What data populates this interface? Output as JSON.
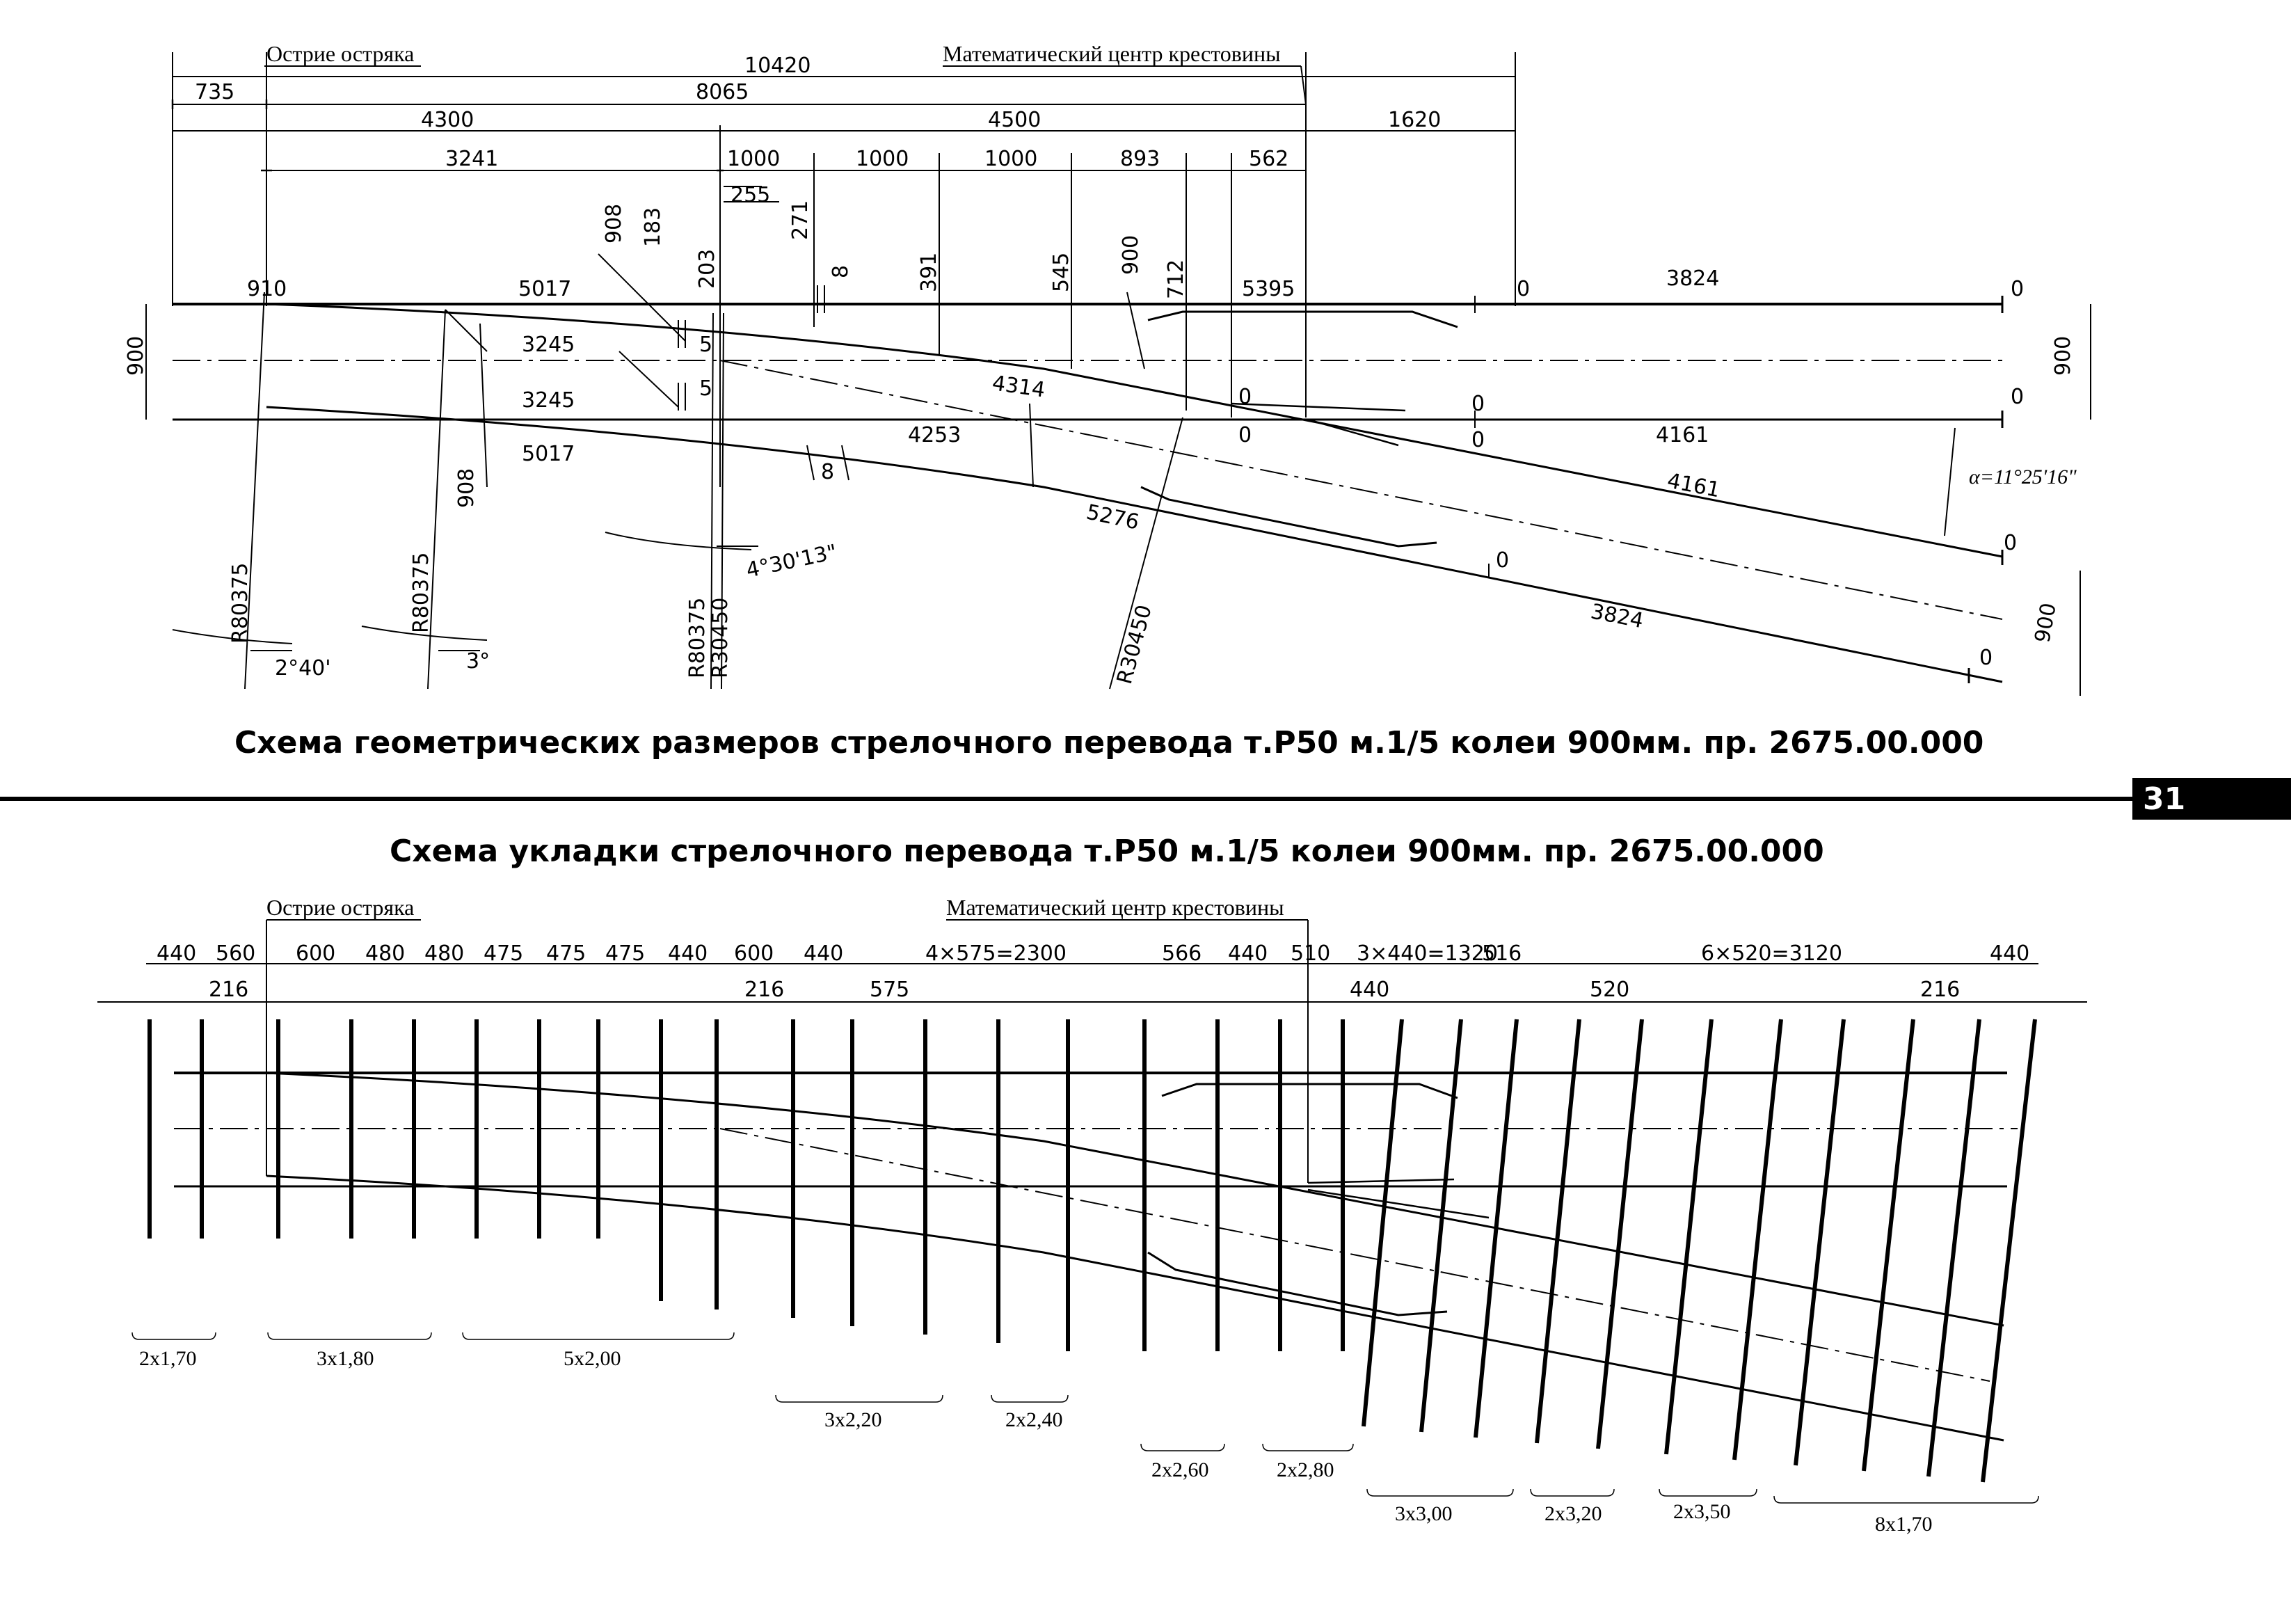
{
  "page_number": "31",
  "top": {
    "title": "Схема геометрических размеров стрелочного перевода т.Р50 м.1/5 колеи 900мм. пр. 2675.00.000",
    "label_point": "Острие остряка",
    "label_center": "Математический центр крестовины",
    "dims": {
      "total": "10420",
      "d735": "735",
      "d8065": "8065",
      "d4300": "4300",
      "d4500": "4500",
      "d1620": "1620",
      "d3241": "3241",
      "d1000a": "1000",
      "d1000b": "1000",
      "d1000c": "1000",
      "d893": "893",
      "d562": "562",
      "d255": "255",
      "d908a": "908",
      "d183": "183",
      "d203": "203",
      "d271": "271",
      "d8a": "8",
      "d391": "391",
      "d545": "545",
      "d900v": "900",
      "d712": "712",
      "d5395": "5395",
      "d910": "910",
      "d5017a": "5017",
      "d3245a": "3245",
      "d3245b": "3245",
      "d5a": "5",
      "d5b": "5",
      "d4314": "4314",
      "d4253": "4253",
      "d5017b": "5017",
      "d8b": "8",
      "d5276": "5276",
      "d908b": "908",
      "d900left": "900",
      "d900right": "900",
      "d900diag": "900",
      "d3824a": "3824",
      "d3824b": "3824",
      "d4161a": "4161",
      "d4161b": "4161",
      "z1": "0",
      "z2": "0",
      "z3": "0",
      "z4": "0",
      "z5": "0",
      "z6": "0",
      "z7": "0",
      "z8": "0",
      "z9": "0",
      "z10": "0",
      "r1": "R80375",
      "r2": "R80375",
      "r3": "R80375",
      "r4": "R30450",
      "r5": "R30450",
      "a1": "2°40'",
      "a2": "3°",
      "a3": "4°30'13\"",
      "alpha": "α=11°25'16\""
    }
  },
  "bottom": {
    "title": "Схема укладки стрелочного перевода т.Р50 м.1/5 колеи 900мм. пр. 2675.00.000",
    "label_point": "Острие остряка",
    "label_center": "Математический центр крестовины",
    "spacings": [
      "440",
      "560",
      "600",
      "480",
      "480",
      "475",
      "475",
      "475",
      "440",
      "600",
      "440",
      "4×575=2300",
      "566",
      "440",
      "510",
      "3×440=1320",
      "516",
      "6×520=3120",
      "440"
    ],
    "sub": {
      "s216a": "216",
      "s216b": "216",
      "s575": "575",
      "s440": "440",
      "s520": "520",
      "s216c": "216"
    },
    "groups": [
      "2х1,70",
      "3х1,80",
      "5х2,00",
      "3х2,20",
      "2х2,40",
      "2х2,60",
      "2х2,80",
      "3х3,00",
      "2х3,20",
      "2х3,50",
      "8х1,70"
    ]
  }
}
